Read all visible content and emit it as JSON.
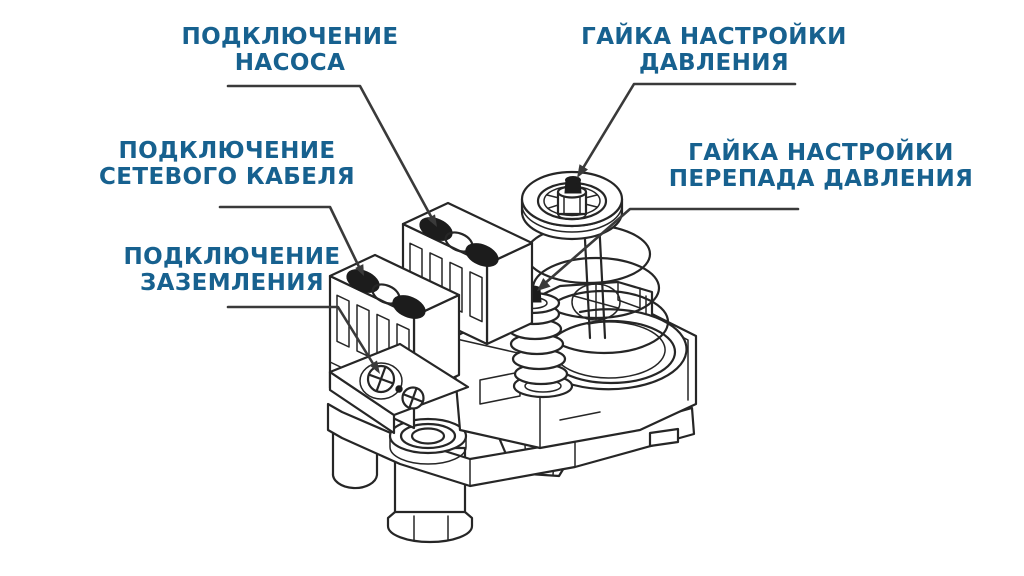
{
  "diagram": {
    "colors": {
      "label_blue": "#17618f",
      "line_black": "#262626",
      "leader_gray": "#3a3a3a",
      "background": "#ffffff"
    },
    "labels": [
      {
        "id": "pump-connection",
        "line1": "ПОДКЛЮЧЕНИЕ",
        "line2": "НАСОСА"
      },
      {
        "id": "pressure-adjust-nut",
        "line1": "ГАЙКА НАСТРОЙКИ",
        "line2": "ДАВЛЕНИЯ"
      },
      {
        "id": "power-cable-connection",
        "line1": "ПОДКЛЮЧЕНИЕ",
        "line2": "СЕТЕВОГО КАБЕЛЯ"
      },
      {
        "id": "differential-adjust-nut",
        "line1": "ГАЙКА НАСТРОЙКИ",
        "line2": "ПЕРЕПАДА ДАВЛЕНИЯ"
      },
      {
        "id": "ground-connection",
        "line1": "ПОДКЛЮЧЕНИЕ",
        "line2": "ЗАЗЕМЛЕНИЯ"
      }
    ]
  }
}
